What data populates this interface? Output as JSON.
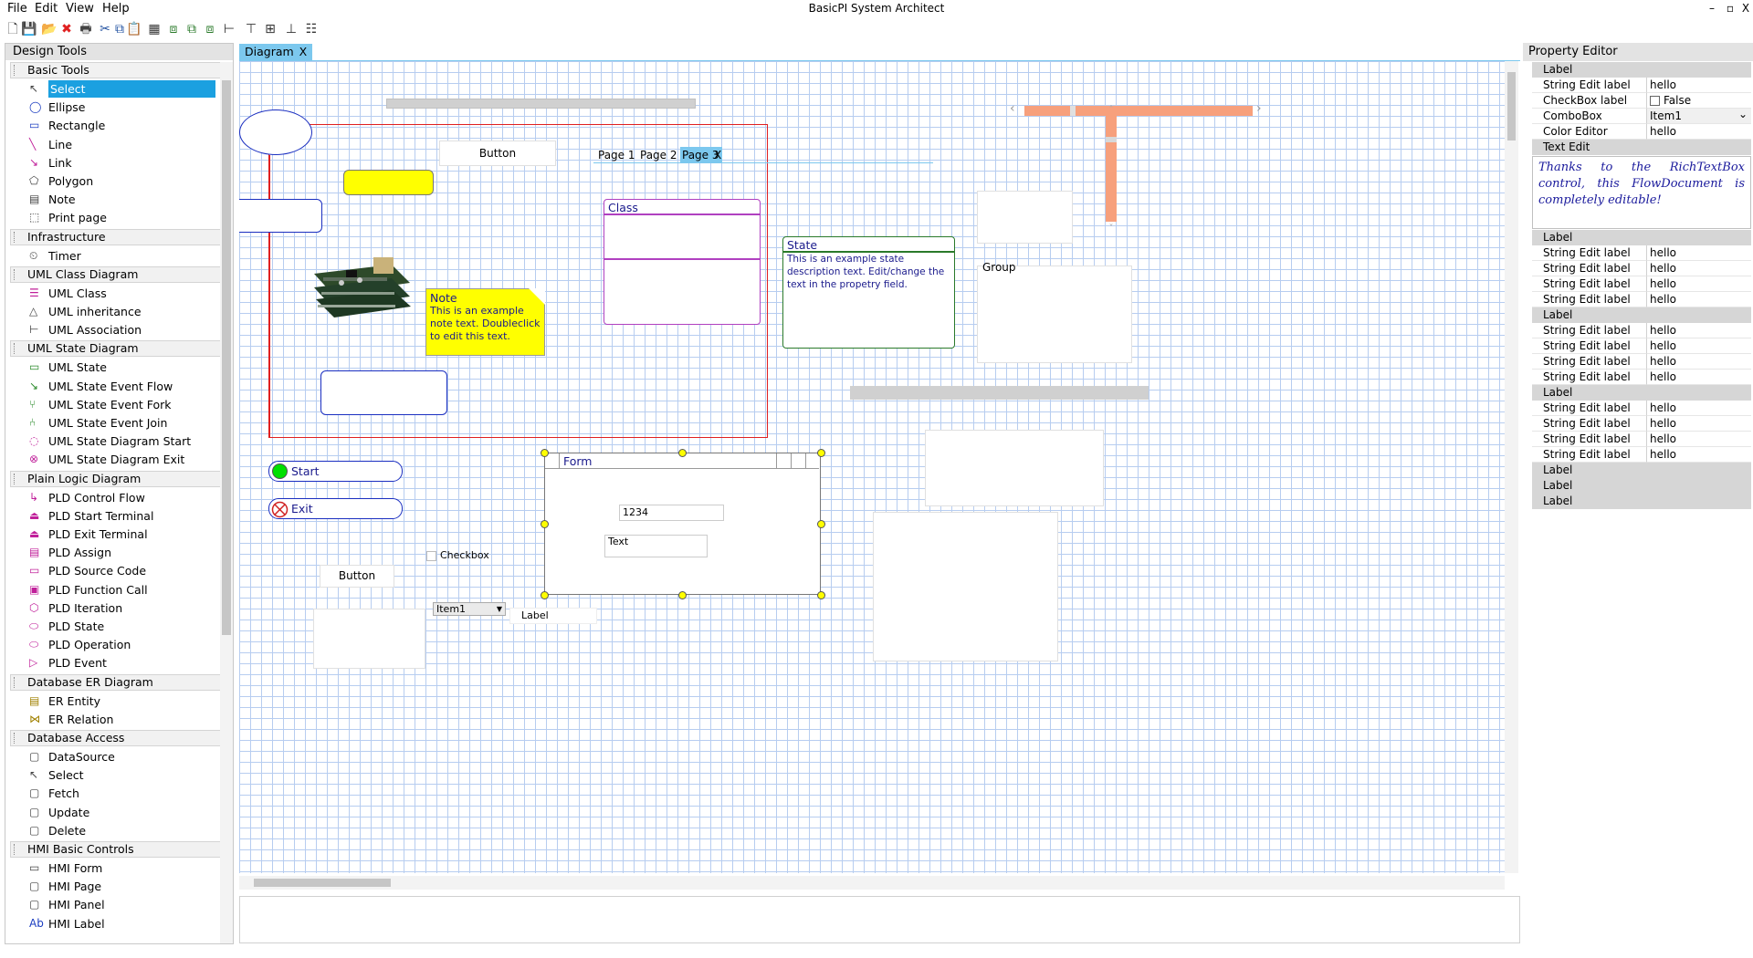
{
  "window": {
    "title": "BasicPI System Architect",
    "menu": [
      "File",
      "Edit",
      "View",
      "Help"
    ],
    "controls": [
      "–",
      "▫",
      "X"
    ]
  },
  "toolbar": {
    "icons": [
      "new-file-icon",
      "save-icon",
      "open-folder-icon",
      "delete-icon",
      "print-icon",
      "cut-icon",
      "copy-icon",
      "paste-icon",
      "grid-icon",
      "bring-front-icon",
      "send-back-icon",
      "group-icon",
      "align-left-icon",
      "align-top-icon",
      "align-center-icon",
      "align-bottom-icon",
      "distribute-icon"
    ]
  },
  "design_tools": {
    "title": "Design Tools",
    "groups": [
      {
        "label": "Basic Tools",
        "items": [
          "Select",
          "Ellipse",
          "Rectangle",
          "Line",
          "Link",
          "Polygon",
          "Note",
          "Print page"
        ]
      },
      {
        "label": "Infrastructure",
        "items": [
          "Timer"
        ]
      },
      {
        "label": "UML Class Diagram",
        "items": [
          "UML Class",
          "UML inheritance",
          "UML Association"
        ]
      },
      {
        "label": "UML State Diagram",
        "items": [
          "UML State",
          "UML State Event Flow",
          "UML State Event Fork",
          "UML State Event Join",
          "UML State Diagram Start",
          "UML State Diagram Exit"
        ]
      },
      {
        "label": "Plain Logic Diagram",
        "items": [
          "PLD Control Flow",
          "PLD Start Terminal",
          "PLD Exit Terminal",
          "PLD Assign",
          "PLD Source Code",
          "PLD Function Call",
          "PLD Iteration",
          "PLD State",
          "PLD Operation",
          "PLD Event"
        ]
      },
      {
        "label": "Database ER Diagram",
        "items": [
          "ER Entity",
          "ER Relation"
        ]
      },
      {
        "label": "Database Access",
        "items": [
          "DataSource",
          "Select",
          "Fetch",
          "Update",
          "Delete"
        ]
      },
      {
        "label": "HMI Basic Controls",
        "items": [
          "HMI Form",
          "HMI Page",
          "HMI Panel",
          "HMI Label"
        ]
      }
    ],
    "selected": "Select"
  },
  "tabs": {
    "diagram": "Diagram",
    "close": "X"
  },
  "canvas": {
    "button1": "Button",
    "page_tabs": [
      "Page 1",
      "Page 2",
      "Page 3"
    ],
    "page_tab_close": "X",
    "class_title": "Class",
    "state_title": "State",
    "state_text": "This is an example state description text. Edit/change the text in the propetry field.",
    "note_title": "Note",
    "note_text": "This is an example note text. Doubleclick to edit this text.",
    "group_label": "Group",
    "start_label": "Start",
    "exit_label": "Exit",
    "form_title": "Form",
    "form_input": "1234",
    "form_text": "Text",
    "checkbox_label": "Checkbox",
    "button2": "Button",
    "combo_value": "Item1",
    "label": "Label",
    "progress_fraction": 0.3,
    "slider_fraction": 0.2,
    "vslider_fraction": 0.2
  },
  "property_editor": {
    "title": "Property Editor",
    "sections": [
      {
        "label": "Label",
        "rows": [
          {
            "key": "String Edit label",
            "value": "hello"
          },
          {
            "key": "CheckBox label",
            "value": "False"
          },
          {
            "key": "ComboBox",
            "value": "Item1"
          },
          {
            "key": "Color Editor",
            "value": "hello"
          }
        ]
      },
      {
        "label": "Text Edit"
      },
      {
        "label": "Label",
        "rows": [
          {
            "key": "String Edit label",
            "value": "hello"
          },
          {
            "key": "String Edit label",
            "value": "hello"
          },
          {
            "key": "String Edit label",
            "value": "hello"
          },
          {
            "key": "String Edit label",
            "value": "hello"
          }
        ]
      },
      {
        "label": "Label",
        "rows": [
          {
            "key": "String Edit label",
            "value": "hello"
          },
          {
            "key": "String Edit label",
            "value": "hello"
          },
          {
            "key": "String Edit label",
            "value": "hello"
          },
          {
            "key": "String Edit label",
            "value": "hello"
          }
        ]
      },
      {
        "label": "Label",
        "rows": [
          {
            "key": "String Edit label",
            "value": "hello"
          },
          {
            "key": "String Edit label",
            "value": "hello"
          },
          {
            "key": "String Edit label",
            "value": "hello"
          },
          {
            "key": "String Edit label",
            "value": "hello"
          }
        ]
      },
      {
        "label": "Label"
      },
      {
        "label": "Label"
      },
      {
        "label": "Label"
      }
    ],
    "rich_text": "Thanks to the RichTextBox control, this FlowDocument is completely editable!"
  },
  "colors": {
    "accent": "#1ba0e0",
    "tab": "#7cc8ee",
    "grid": "#b7cdf0",
    "red_frame": "#e02020",
    "note_yellow": "#ffff00",
    "class_purple": "#b040c0",
    "state_green": "#2a7a2a",
    "orange": "#f7a07c"
  }
}
